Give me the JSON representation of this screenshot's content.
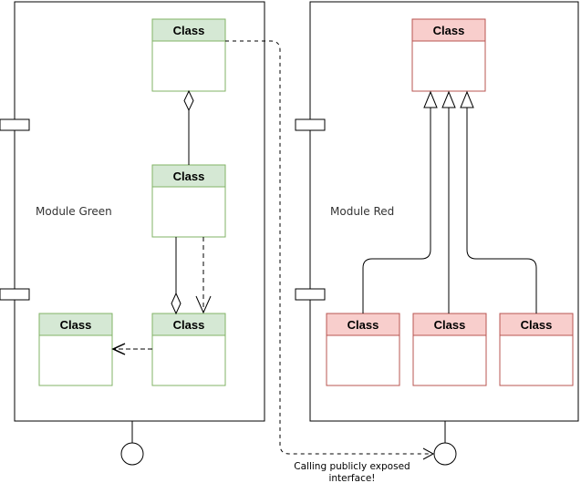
{
  "modules": [
    {
      "name": "Module Green"
    },
    {
      "name": "Module Red"
    }
  ],
  "classes": {
    "g_top": "Class",
    "g_mid": "Class",
    "g_bl": "Class",
    "g_br": "Class",
    "r_top": "Class",
    "r_b1": "Class",
    "r_b2": "Class",
    "r_b3": "Class"
  },
  "note": {
    "line1": "Calling publicly exposed",
    "line2": "interface!"
  },
  "colors": {
    "green_header": "#d5e8d4",
    "green_border": "#82b366",
    "red_header": "#f8cecc",
    "red_border": "#b85450"
  }
}
